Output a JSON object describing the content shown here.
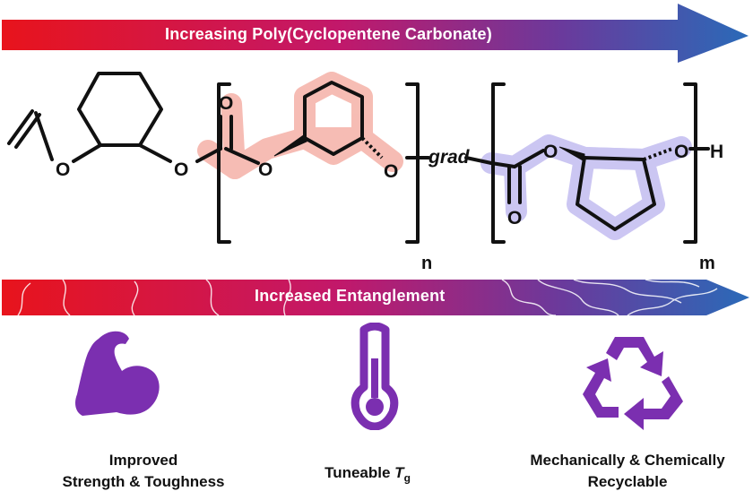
{
  "top_arrow": {
    "label": "Increasing Poly(Cyclopentene Carbonate)"
  },
  "bottom_arrow": {
    "label": "Increased Entanglement"
  },
  "structure": {
    "atom_O": "O",
    "atom_H": "H",
    "linker": "grad",
    "subscript_n": "n",
    "subscript_m": "m"
  },
  "features": [
    {
      "icon": "flexed-arm-icon",
      "line1": "Improved",
      "line2": "Strength & Toughness"
    },
    {
      "icon": "thermometer-icon",
      "line1": "Tuneable ",
      "tg_main": "T",
      "tg_sub": "g"
    },
    {
      "icon": "recycle-icon",
      "line1": "Mechanically & Chemically",
      "line2": "Recyclable"
    }
  ],
  "colors": {
    "gradient_start": "#e8141c",
    "gradient_end": "#2a6ab8",
    "highlight_red": "#f6b9b0",
    "highlight_blue": "#c9c3f2",
    "icon_purple": "#7b2fb0"
  }
}
